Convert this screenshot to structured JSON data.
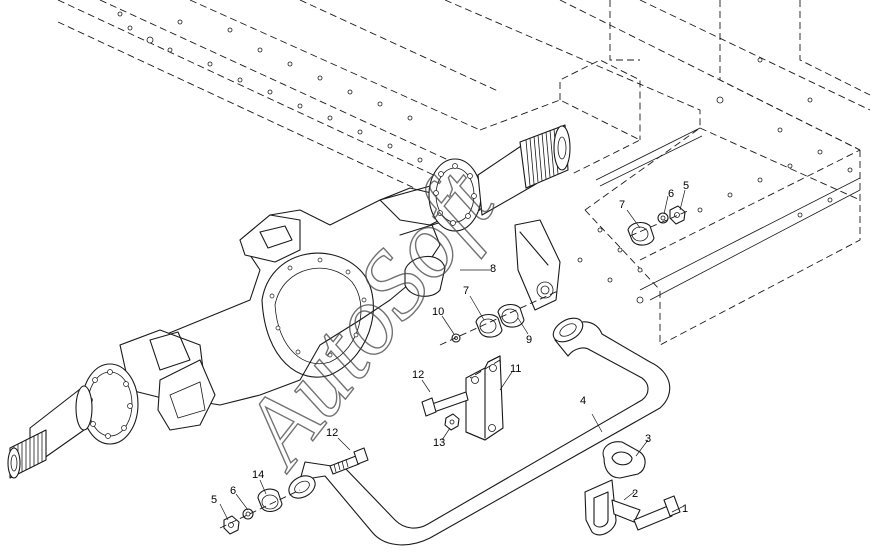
{
  "watermark": {
    "text": "AutoSoft"
  },
  "callouts": [
    {
      "id": "c1",
      "text": "1"
    },
    {
      "id": "c2",
      "text": "2"
    },
    {
      "id": "c3",
      "text": "3"
    },
    {
      "id": "c4",
      "text": "4"
    },
    {
      "id": "c5a",
      "text": "5"
    },
    {
      "id": "c5b",
      "text": "5"
    },
    {
      "id": "c6a",
      "text": "6"
    },
    {
      "id": "c6b",
      "text": "6"
    },
    {
      "id": "c7a",
      "text": "7"
    },
    {
      "id": "c7b",
      "text": "7"
    },
    {
      "id": "c8",
      "text": "8"
    },
    {
      "id": "c9",
      "text": "9"
    },
    {
      "id": "c10",
      "text": "10"
    },
    {
      "id": "c11",
      "text": "11"
    },
    {
      "id": "c12a",
      "text": "12"
    },
    {
      "id": "c12b",
      "text": "12"
    },
    {
      "id": "c13",
      "text": "13"
    },
    {
      "id": "c14",
      "text": "14"
    }
  ]
}
